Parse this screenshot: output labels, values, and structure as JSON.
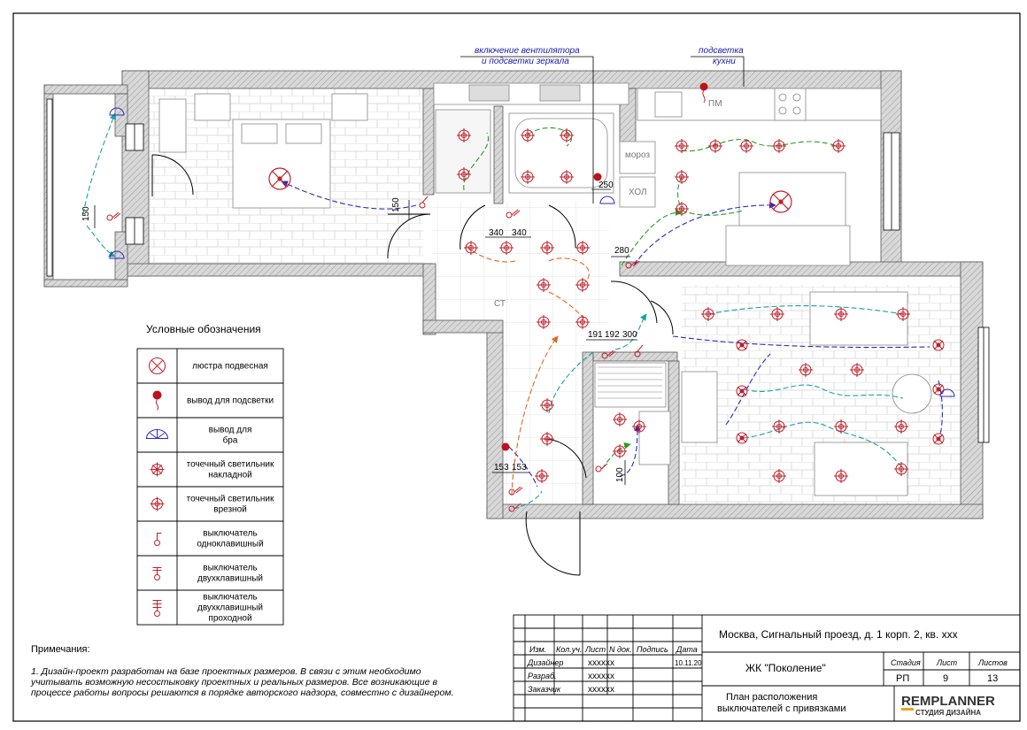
{
  "annotations": {
    "fan": {
      "line1": "включение вентилятора",
      "line2": "и подсветки зеркала"
    },
    "kitchen_light": {
      "line1": "подсветка",
      "line2": "кухни"
    }
  },
  "room_labels": {
    "pm": "ПМ",
    "moroz": "мороз",
    "hol": "ХОЛ",
    "st": "СТ"
  },
  "dimensions": {
    "d150a": "150",
    "d150b": "150",
    "d250": "250",
    "d340a": "340",
    "d340b": "340",
    "d280": "280",
    "d191": "191",
    "d192": "192",
    "d300": "300",
    "d153a": "153",
    "d153b": "153",
    "d100": "100"
  },
  "legend": {
    "title": "Условные обозначения",
    "items": [
      {
        "icon": "chandelier",
        "label1": "люстра подвесная",
        "label2": "",
        "label3": ""
      },
      {
        "icon": "backlight",
        "label1": "вывод для подсветки",
        "label2": "",
        "label3": ""
      },
      {
        "icon": "sconce",
        "label1": "вывод для",
        "label2": "бра",
        "label3": ""
      },
      {
        "icon": "spot-surface",
        "label1": "точечный светильник",
        "label2": "накладной",
        "label3": ""
      },
      {
        "icon": "spot-recessed",
        "label1": "точечный светильник",
        "label2": "врезной",
        "label3": ""
      },
      {
        "icon": "switch-single",
        "label1": "выключатель",
        "label2": "одноклавишный",
        "label3": ""
      },
      {
        "icon": "switch-double",
        "label1": "выключатель",
        "label2": "двухклавишный",
        "label3": ""
      },
      {
        "icon": "switch-pass",
        "label1": "выключатель",
        "label2": "двухклавишный",
        "label3": "проходной"
      }
    ]
  },
  "notes": {
    "title": "Примечания:",
    "line1": "1. Дизайн-проект разработан на базе проектных размеров. В связи с этим необходимо",
    "line2": "учитывать возможную несостыковку проектных и реальных размеров. Все возникающие в",
    "line3": "процессе работы вопросы решаются в порядке авторского надзора, совместно с дизайнером."
  },
  "title_block": {
    "address": "Москва, Сигнальный проезд, д. 1 корп. 2, кв. xxx",
    "project": "ЖК \"Поколение\"",
    "sheet_title_1": "План расположения",
    "sheet_title_2": "выключателей с привязками",
    "headers": [
      "Изм.",
      "Кол.уч.",
      "Лист",
      "N док.",
      "Подпись",
      "Дата"
    ],
    "roles": [
      {
        "role": "Дизайнер",
        "name": "xxxxxx",
        "date": "10.11.20"
      },
      {
        "role": "Разраб.",
        "name": "xxxxxx",
        "date": ""
      },
      {
        "role": "Заказчик",
        "name": "xxxxxx",
        "date": ""
      }
    ],
    "stage_label": "Стадия",
    "sheet_label": "Лист",
    "sheets_label": "Листов",
    "stage": "РП",
    "sheet": "9",
    "sheets": "13",
    "logo_main": "REMPLANNER",
    "logo_sub": "СТУДИЯ ДИЗАЙНА"
  }
}
